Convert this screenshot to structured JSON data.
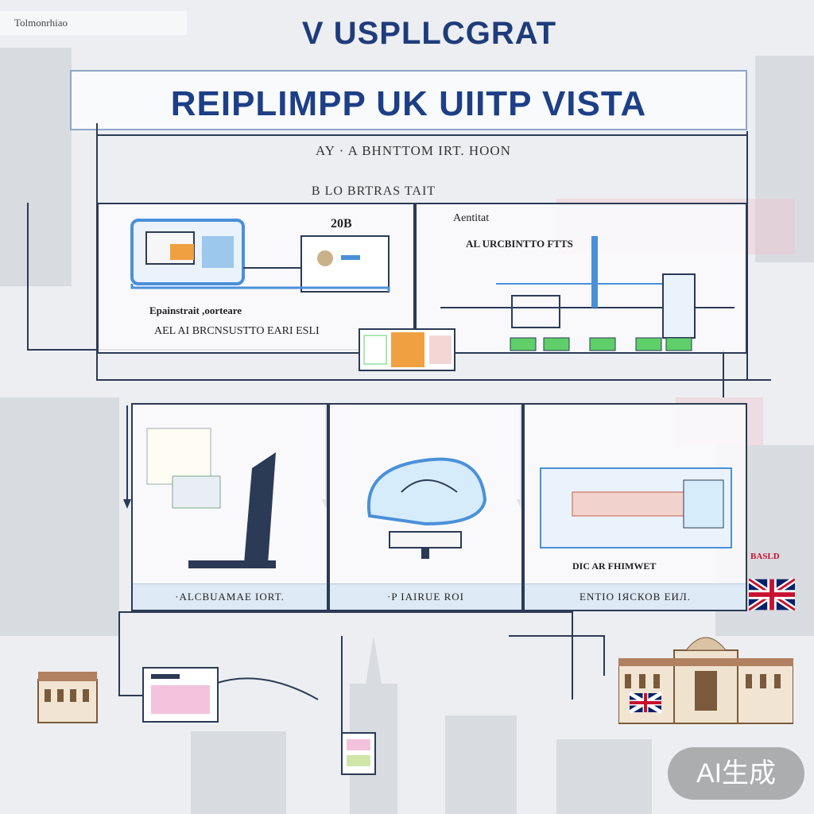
{
  "corner_tag": "Tolmonrhiao",
  "title_top": "V USPLLCGRAT",
  "title_banner": "REIPLIMPP UK UIITP VISTA",
  "subtitle": "AY · A BHNTTOM IRT. HOON",
  "section_label": "B LO BRTRAS TAIT",
  "top_left_panel": {
    "tag": "20B",
    "label_1": "Ераinstrait ,ооrteare",
    "label_2": "AEL AI BRCNSUSTTO EARI ESLI"
  },
  "top_right_panel": {
    "heading": "Aеntitat",
    "label": "AL URCBINTTO FTTS"
  },
  "bottom_panels": [
    {
      "caption": "·ALCBUAMAE IORT."
    },
    {
      "caption": "·P IAIRUE ROI"
    },
    {
      "caption": "ENTIO IЯСКОВ ЕИЛ.",
      "sub_label": "DIC AR FHIMWET"
    }
  ],
  "flag_label": "BASLD",
  "ai_badge": "AI生成",
  "colors": {
    "title_blue": "#1d3f86",
    "frame_dark": "#2b3a55",
    "accent_green": "#5fcf6a",
    "accent_orange": "#f0a040",
    "accent_blue": "#4a90d9",
    "flag_red": "#c8102e",
    "flag_blue": "#012169"
  }
}
